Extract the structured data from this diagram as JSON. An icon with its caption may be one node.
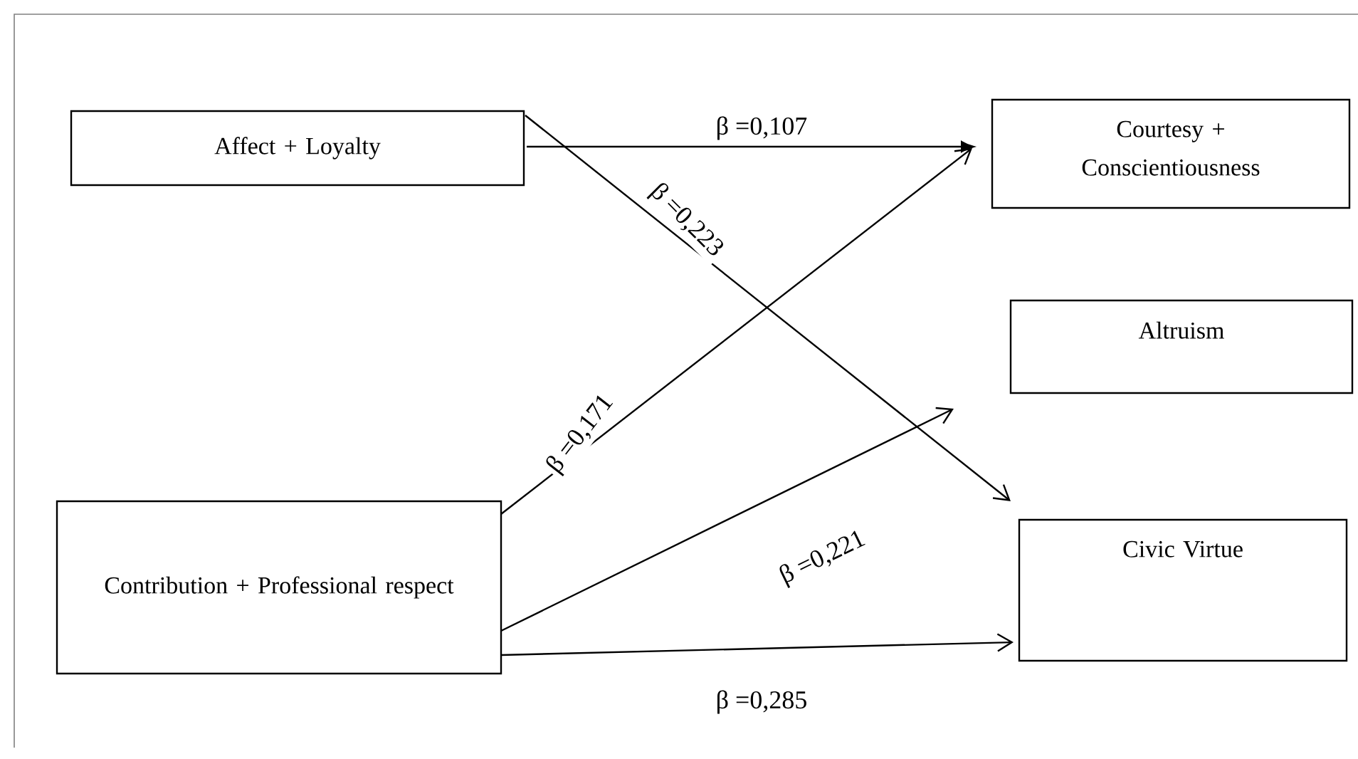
{
  "diagram": {
    "nodes": [
      {
        "text": [
          "Affect + Loyalty"
        ]
      },
      {
        "text": [
          "Courtesy + Conscientiousness"
        ]
      },
      {
        "text": [
          "Altruism"
        ]
      },
      {
        "text": [
          "Contribution + Professional respect"
        ]
      },
      {
        "text": [
          "Civic Virtue"
        ]
      }
    ],
    "edges": [
      {
        "from": 0,
        "to": 1,
        "arrow": "to",
        "label": "β =0,107"
      },
      {
        "from": 0,
        "to": 4,
        "arrow": "to",
        "label": "β =0,223"
      },
      {
        "from": 3,
        "to": 1,
        "arrow": "to",
        "label": "β =0,171"
      },
      {
        "from": 3,
        "to": 2,
        "arrow": "to",
        "label": "β =0,221"
      },
      {
        "from": 3,
        "to": 4,
        "arrow": "to",
        "label": "β =0,285"
      }
    ]
  }
}
